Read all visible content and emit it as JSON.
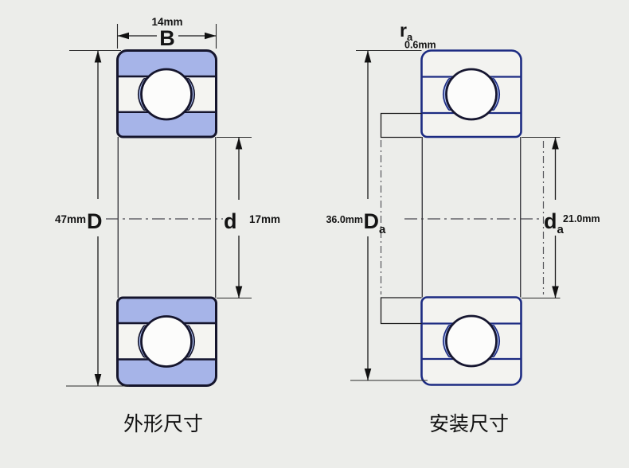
{
  "figure": {
    "type": "bearing-dimension-drawing",
    "left_view": {
      "caption": "外形尺寸",
      "dims": {
        "B": {
          "symbol": "B",
          "value": "14mm"
        },
        "D": {
          "symbol": "D",
          "value": "47mm"
        },
        "d": {
          "symbol": "d",
          "value": "17mm"
        }
      }
    },
    "right_view": {
      "caption": "安装尺寸",
      "dims": {
        "ra": {
          "symbol": "r",
          "subscript": "a",
          "value": "0.6mm"
        },
        "Da": {
          "symbol": "D",
          "subscript": "a",
          "value": "36.0mm"
        },
        "da": {
          "symbol": "d",
          "subscript": "a",
          "value": "21.0mm"
        }
      }
    },
    "colors": {
      "background": "#ecedea",
      "left_ring_fill": "#a6b4e8",
      "left_outline": "#15152c",
      "right_outline": "#1c2b82",
      "race_highlight": "#a9bcf0",
      "ball_fill": "#fcfcfb",
      "dimension_ink": "#1a1a1a"
    }
  }
}
